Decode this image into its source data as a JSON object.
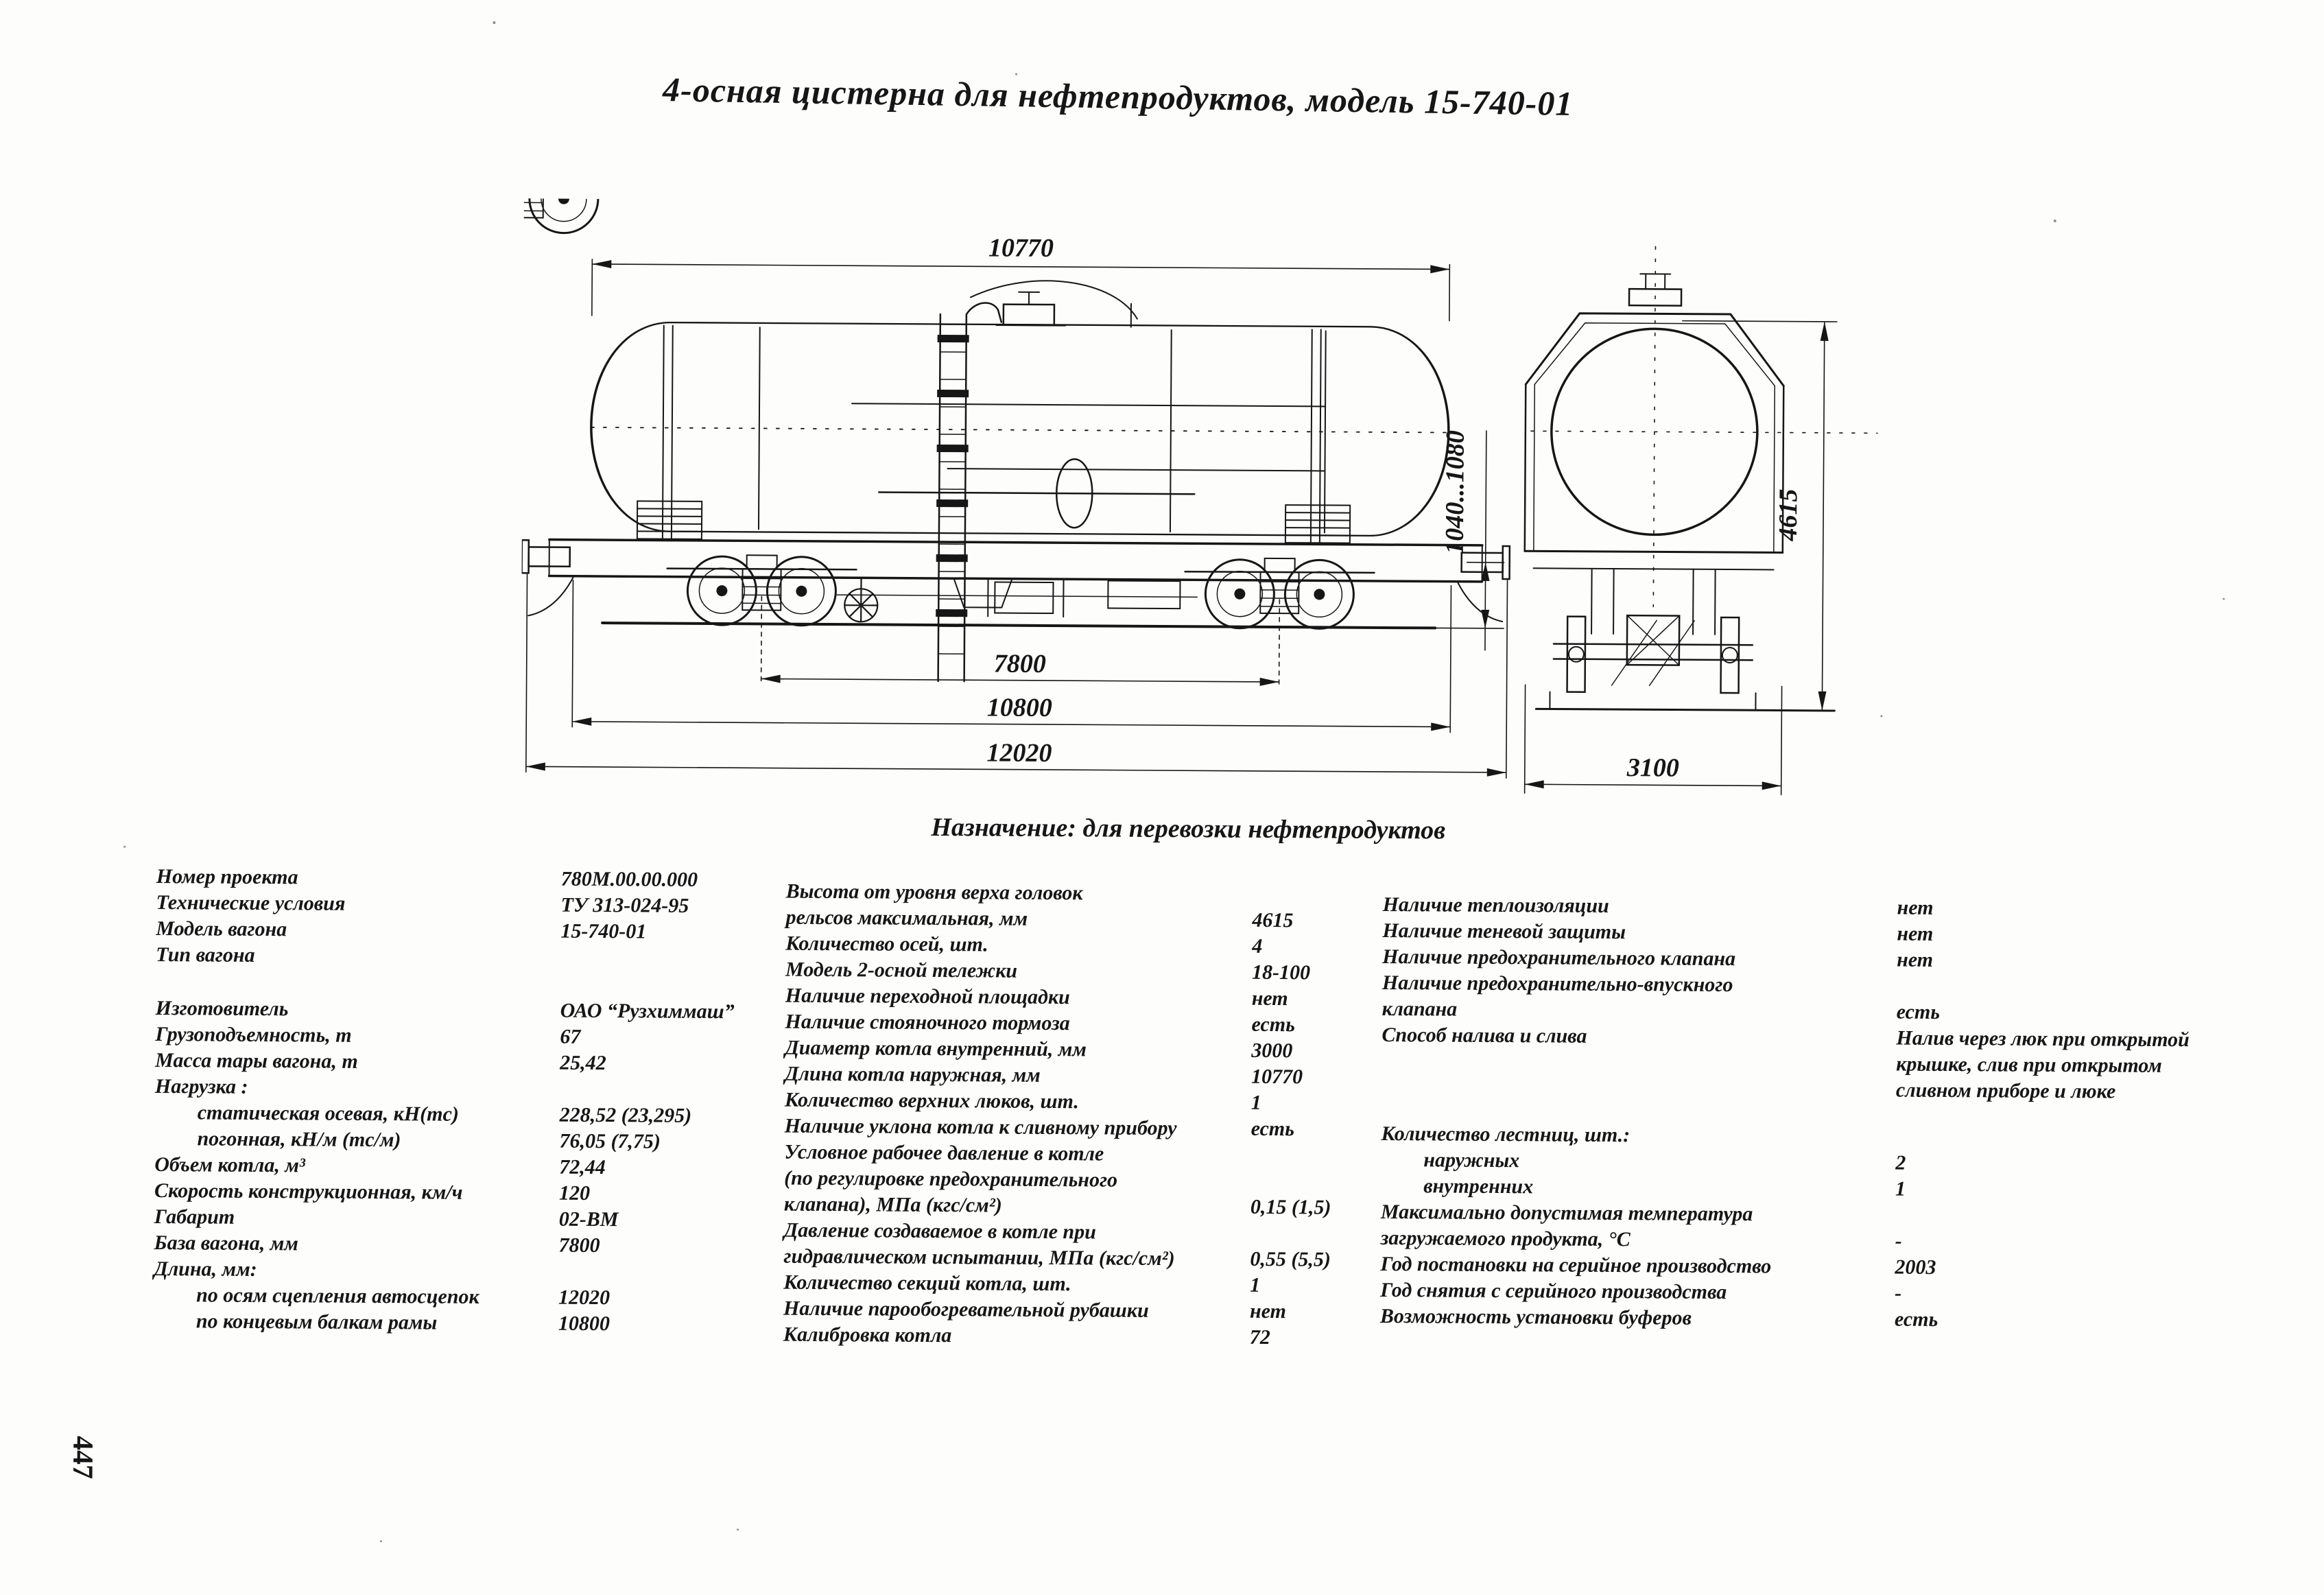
{
  "page": {
    "title": "4-осная цистерна для нефтепродуктов, модель 15-740-01",
    "purpose": "Назначение: для перевозки нефтепродуктов",
    "page_number": "447"
  },
  "drawing": {
    "dims": {
      "tank_length": "10770",
      "bogie_base": "7800",
      "frame_length": "10800",
      "coupler_length": "12020",
      "coupler_height": "1040...1080",
      "overall_height": "4615",
      "overall_width": "3100"
    }
  },
  "specs": {
    "col1": [
      {
        "label": "Номер проекта",
        "value": "780М.00.00.000"
      },
      {
        "label": "Технические условия",
        "value": "ТУ 313-024-95"
      },
      {
        "label": "Модель вагона",
        "value": "15-740-01"
      },
      {
        "label": "Тип вагона",
        "value": ""
      },
      {
        "spacer": true,
        "h": 40
      },
      {
        "label": "Изготовитель",
        "value": "ОАО “Рузхиммаш”"
      },
      {
        "label": "Грузоподъемность, т",
        "value": "67"
      },
      {
        "label": "Масса тары вагона, т",
        "value": "25,42"
      },
      {
        "label": "Нагрузка :",
        "value": ""
      },
      {
        "label": "статическая осевая, кН(тс)",
        "value": "228,52 (23,295)",
        "indent": true
      },
      {
        "label": "погонная, кН/м (тс/м)",
        "value": "76,05 (7,75)",
        "indent": true
      },
      {
        "label": "Объем котла, м³",
        "value": "72,44"
      },
      {
        "label": "Скорость конструкционная, км/ч",
        "value": "120"
      },
      {
        "label": "Габарит",
        "value": "02-ВМ"
      },
      {
        "label": "База вагона, мм",
        "value": "7800"
      },
      {
        "label": "Длина, мм:",
        "value": ""
      },
      {
        "label": "по осям сцепления автосцепок",
        "value": "12020",
        "indent": true
      },
      {
        "label": "по концевым балкам рамы",
        "value": "10800",
        "indent": true
      }
    ],
    "col2": [
      {
        "label": "Высота от уровня верха головок\nрельсов максимальная, мм",
        "value": "4615"
      },
      {
        "label": "Количество осей, шт.",
        "value": "4"
      },
      {
        "label": "Модель 2-осной тележки",
        "value": "18-100"
      },
      {
        "label": "Наличие переходной площадки",
        "value": "нет"
      },
      {
        "label": "Наличие стояночного тормоза",
        "value": "есть"
      },
      {
        "label": "Диаметр котла внутренний, мм",
        "value": "3000"
      },
      {
        "label": "Длина котла наружная, мм",
        "value": "10770"
      },
      {
        "label": "Количество верхних люков, шт.",
        "value": "1"
      },
      {
        "label": "Наличие уклона котла к сливному прибору",
        "value": "есть"
      },
      {
        "label": "Условное рабочее давление в котле\n(по регулировке предохранительного\nклапана), МПа (кгс/см²)",
        "value": "0,15 (1,5)"
      },
      {
        "label": "Давление создаваемое в котле при\nгидравлическом испытании, МПа (кгс/см²)",
        "value": "0,55 (5,5)"
      },
      {
        "label": "Количество секций котла, шт.",
        "value": "1"
      },
      {
        "label": "Наличие парообогревательной рубашки",
        "value": "нет"
      },
      {
        "label": "Калибровка котла",
        "value": "72"
      }
    ],
    "col3": [
      {
        "label": "Наличие теплоизоляции",
        "value": "нет"
      },
      {
        "label": "Наличие теневой защиты",
        "value": "нет"
      },
      {
        "label": "Наличие предохранительного клапана",
        "value": "нет"
      },
      {
        "label": "Наличие предохранительно-впускного\nклапана",
        "value": "есть"
      },
      {
        "label": "Способ налива и слива",
        "value": "Налив через люк при открытой\nкрышке, слив при открытом\nсливном приборе и люке",
        "valign": "top"
      },
      {
        "spacer": true,
        "h": 30
      },
      {
        "label": "Количество лестниц, шт.:",
        "value": ""
      },
      {
        "label": "наружных",
        "value": "2",
        "indent": true
      },
      {
        "label": "внутренних",
        "value": "1",
        "indent": true
      },
      {
        "label": "Максимально допустимая температура\nзагружаемого продукта, °С",
        "value": "-"
      },
      {
        "label": "Год постановки на серийное производство",
        "value": "2003"
      },
      {
        "label": "Год снятия с серийного производства",
        "value": "-"
      },
      {
        "label": "Возможность установки буферов",
        "value": "есть"
      }
    ]
  }
}
